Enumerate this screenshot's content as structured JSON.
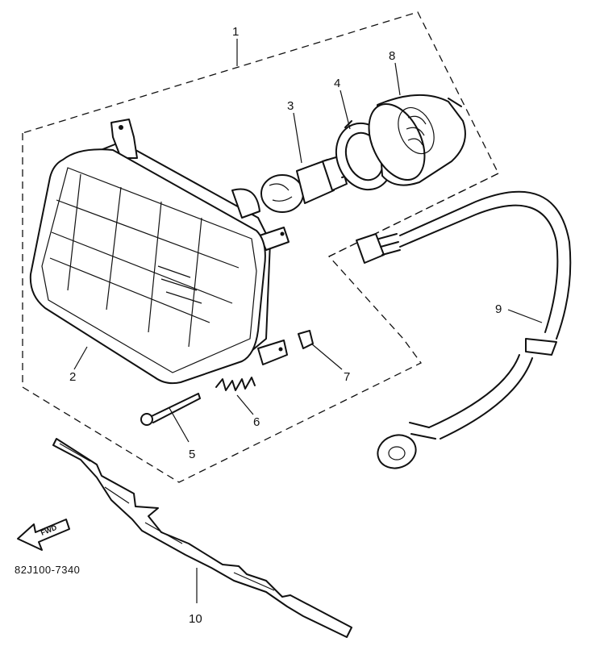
{
  "diagram": {
    "callouts": [
      {
        "id": "1",
        "label": "1"
      },
      {
        "id": "2",
        "label": "2"
      },
      {
        "id": "3",
        "label": "3"
      },
      {
        "id": "4",
        "label": "4"
      },
      {
        "id": "5",
        "label": "5"
      },
      {
        "id": "6",
        "label": "6"
      },
      {
        "id": "7",
        "label": "7"
      },
      {
        "id": "8",
        "label": "8"
      },
      {
        "id": "9",
        "label": "9"
      },
      {
        "id": "10",
        "label": "10"
      }
    ],
    "part_code": "82J100-7340",
    "fwd_label": "FWD"
  }
}
